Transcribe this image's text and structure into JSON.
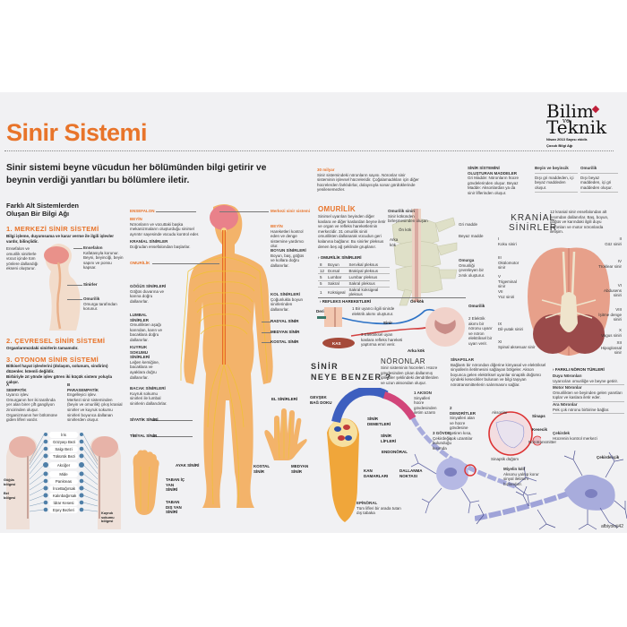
{
  "poster": {
    "title": "Sinir Sistemi",
    "intro_line1": "Sinir sistemi beyne vücudun her bölümünden bilgi getirir ve",
    "intro_line2": "beynin verdiği yanıtları bu bölümlere iletir.",
    "logo": {
      "line1": "Bilim",
      "ve": "ve",
      "line2": "Teknik",
      "sub1": "Nisan 2013 Sayısı ekidir.",
      "sub2": "Çocuk Bilgi Ağı"
    },
    "credit": "afbiyoloji42",
    "colors": {
      "accent": "#e8742a",
      "background": "#f1f1f3",
      "skin": "#f3b36a",
      "nerve": "#f1c232",
      "brain": "#e9918a",
      "neuron": "#8a8fcf"
    }
  },
  "left": {
    "heading_line1": "Farklı Alt Sistemlerden",
    "heading_line2": "Oluşan Bir Bilgi Ağı",
    "cns": {
      "title": "1. MERKEZİ SİNİR SİSTEMİ",
      "desc": "Bilgi işleme, duyumsama ve karar verme ile ilgili işlevler vardır, bilinçlidir.",
      "side_text": "Ensefalon ve omurilik sinirlerle vücut içinde tüm yönlere dallandığı ekseni oluşturur.",
      "labels": [
        {
          "title": "Ensefalon",
          "text": "Kafatasıyla korunur. Beyni, beyinciği, beyin sapını ve ponsu kapsar."
        },
        {
          "title": "Sinirler",
          "text": ""
        },
        {
          "title": "Omurilik",
          "text": "Omurga tarafından korunur."
        }
      ]
    },
    "pns": {
      "title": "2. ÇEVRESEL SİNİR SİSTEMİ",
      "desc": "Organlarımızdaki sinirlerin tamamıdır."
    },
    "ans": {
      "title": "3. OTONOM SİNİR SİSTEMİ",
      "desc1": "Bitkisel hayat işlevlerini (dolaşım, solunum, sindirim) düzenler. İstemli değildir.",
      "desc2": "Birbiriyle zıt yönde işlev gören iki küçük sistem yoluyla çalışır.",
      "a_letter": "A",
      "a_title": "SEMPATİK",
      "a_sub": "Uyarıcı işlev.",
      "a_text": "Omurganın her iki tarafında yer alan birer çift gangliyon zincirinden oluşur. Organizmanın her bölümüne giden lifleri vardır.",
      "b_letter": "B",
      "b_title": "PARASEMPATİK",
      "b_sub": "Engelleyici işlev.",
      "b_text": "Merkezi sinir sisteminden (beyin ve omurilik) çıkış kranial sinirler ve kuyruk sokumu sinirleri boyunca dallanan sinirlerden oluşur.",
      "organs": [
        "İris",
        "Gözyaşı Bezi",
        "Salgı Bezi",
        "Tükürük Bezi",
        "Akciğer",
        "Mide",
        "Pankreas",
        "İnceBağırsak",
        "Kalınbağırsak",
        "İdrar Kesesi",
        "Eşey Bezleri"
      ],
      "left_labels": [
        "Göğüs bölgesi",
        "Bel bölgesi"
      ],
      "right_label": "Kuyruk sokumu bölgesi"
    }
  },
  "body": {
    "left_labels": [
      {
        "title": "ENSEFALON",
        "text": "",
        "orange": true
      },
      {
        "title": "BEYİN",
        "text": "Nöronların ve vücuttaki başka mekanizmaların oluşturduğu sinirsel ayrıntır sayesinde vücudu kontrol eder.",
        "orange": true
      },
      {
        "title": "KRANİAL SİNİRLER",
        "text": "Doğrudan ensefalondan başlarlar.",
        "orange": false
      },
      {
        "title": "OMURİLİK",
        "text": "",
        "orange": true
      },
      {
        "title": "GÖĞÜS SİNİRLERİ",
        "text": "Göğüs duvarına ve karına doğru dallanırlar.",
        "orange": false
      },
      {
        "title": "LUMBAL SİNİRLER",
        "text": "Omurilikten aşağı karından, karın ve bacaklara doğru dallanırlar.",
        "orange": false
      },
      {
        "title": "KUYRUK SOKUMU SİNİRLERİ",
        "text": "Leğen kemiğine, bacaklara ve ayaklara doğru dallanırlar.",
        "orange": false
      },
      {
        "title": "BACAK SİNİRLERİ",
        "text": "Kuyruk sokumu sinirleri ile lumbal sinirlerin dallarıdırlar.",
        "orange": false
      },
      {
        "title": "SİYATİK SİNİRİ",
        "text": "",
        "orange": false
      },
      {
        "title": "TİBİYAL SİNİR",
        "text": "",
        "orange": false
      }
    ],
    "right_labels": [
      {
        "title": "Merkezi sinir sistemi",
        "text": "",
        "orange": true
      },
      {
        "title": "BEYİN",
        "text": "Hareketleri kontrol eden ve denge sistemine yardımcı olur.",
        "orange": true
      },
      {
        "title": "BOYUN SİNİRLERİ",
        "text": "Boyun, baş, göğüs ve kollara doğru dallanırlar.",
        "orange": false
      },
      {
        "title": "KOL SİNİRLERİ",
        "text": "Çoğunlukla boyun sinirlerinden dallanırlar.",
        "orange": false
      },
      {
        "title": "RADYAL SİNİR",
        "text": "",
        "orange": false
      },
      {
        "title": "MEDYAN SİNİR",
        "text": "",
        "orange": false
      },
      {
        "title": "KOSTAL SİNİR",
        "text": "",
        "orange": false
      }
    ],
    "el_sinirleri": "EL SİNİRLERİ",
    "hand_labels": [
      "KOSTAL SİNİR",
      "MEDYAN SİNİR"
    ],
    "foot_labels": {
      "asak": "AYAK SİNİRİ",
      "inner": "TABAN İÇ YAN SİNİRİ",
      "outer": "TABAN DIŞ YAN SİNİRİ"
    }
  },
  "spinal": {
    "milyar_title": "30 milyar",
    "milyar_text": "Sinir sistemindeki nöronların sayısı. Nöronlar sinir sisteminin işlevsel hücreleridir. Çoğalamadıkları için diğer hücrelerden farklıdırlar, dolayısıyla sonar gördüklerinde yenilenemezler.",
    "omurilik_title": "OMURİLİK",
    "omurilik_text": "Sinirsel uyarıları beyinden diğer kaslara ve diğer kaslardan beyne iletir ve organ ve refleks hareketlerinin merkezidir. 31 omurilik siniri omurilikten dallanarak vücudun geri kalanına bağlanır. Bu sinirler pleksus denen beş ağ şeklinde gruplanır.",
    "nerves_heading": "OMURİLİK SİNİRLERİ",
    "nerves_table": [
      [
        "8",
        "Boyun",
        "Servikal pleksus"
      ],
      [
        "12",
        "Dorsal",
        "Brakiyal pleksus"
      ],
      [
        "5",
        "Lumbar",
        "Lumbar pleksus"
      ],
      [
        "5",
        "Sakral",
        "Sakral pleksus"
      ],
      [
        "1",
        "Koksigeal",
        "Sakral koksigeal pleksus"
      ]
    ],
    "diagram_labels": {
      "sinir": "Omurilik siniri",
      "sinir_text": "Sinir kökünden birleşmesinden oluşan",
      "on_kok": "Ön kök",
      "arka_kok": "Arka kök",
      "gri": "Gri madde",
      "beyaz": "Beyaz madde",
      "omurga": "Omurga",
      "omurga_text": "Omuriliği çevreleyen bir zırsk oluşturur."
    },
    "reflex_heading": "REFLEKS HAREKETLERİ",
    "reflex": {
      "deri": "Deri",
      "step1": "1 Bir uyarıcı ilgili sinirde elektrik akımı oluşturur.",
      "sinir": "Sinir",
      "on_kok": "Ön kök",
      "kas": "KAS",
      "step3": "3 Elektriksel uyarı kaslara refleks hareketi yaptırma emri verir.",
      "arka_kok": "Arka kök",
      "omurilik": "Omurilik",
      "step2": "2 Elektrik akımı bir nöronu uyarır ve nöron elektriksel bir uyarı verir."
    }
  },
  "kranial": {
    "materials_title": "SİNİR SİSTEMİNİ OLUŞTURAN MADDELER",
    "materials_text": "Gri Madde: Nöronların hücre gövdelerinden oluşur. Beyaz Madde: Aksonlardan ya da sinir liflerinden oluşur.",
    "brain_box": {
      "title": "Beyin ve beyincik",
      "text": "Dışı gri maddeden, içi beyaz maddeden oluşur."
    },
    "spine_box": {
      "title": "Omurilik",
      "text": "Dışı beyaz maddeden, içi gri maddeden oluşur."
    },
    "title_line1": "KRANİAL",
    "title_line2": "SİNİRLER",
    "intro": "12 kranial sinir ensefalondan alt kısımdan dallanırlar. Baş, boyun, göğüs ve karındaki ilgili duyu nöronları ve motor nöronlarda iletişim.",
    "left_labels": [
      {
        "num": "I",
        "name": "Koku siniri"
      },
      {
        "num": "III",
        "name": "Okülomotor sinir"
      },
      {
        "num": "V",
        "name": "Trigeminal sinir"
      },
      {
        "num": "VII",
        "name": "Yüz siniri"
      },
      {
        "num": "IX",
        "name": "Dil-yutak siniri"
      },
      {
        "num": "XI",
        "name": "Spinal aksesuar sinir"
      }
    ],
    "right_labels": [
      {
        "num": "II",
        "name": "Göz siniri"
      },
      {
        "num": "IV",
        "name": "Troklear sinir"
      },
      {
        "num": "VI",
        "name": "Abdusens siniri"
      },
      {
        "num": "VIII",
        "name": "İşitme denge siniri"
      },
      {
        "num": "X",
        "name": "Vagus siniri"
      },
      {
        "num": "XII",
        "name": "Hipoglossal sinir"
      }
    ]
  },
  "neuron": {
    "neye_line1": "SİNİR",
    "neye_line2": "NEYE BENZER ?",
    "noronlar_title": "NÖRONLAR",
    "noronlar_text": "Sinir sisteminin hücreleri. Hücre gövdesinden çıkan dallanmış ipliksiler şeklindeki dendritlerden ve uzun aksondan oluşur.",
    "nerve_labels": [
      "GEVŞEK BAĞ DOKU",
      "SİNİR DEMETLERİ",
      "SİNİR LİFLERİ",
      "ENDONÖRAL",
      "KAN DAMARLARI",
      "DALLANMA NOKTASI"
    ],
    "epinoral_title": "EPİNÖRAL",
    "epinoral_text": "Tüm lifleri bir arada tutan dış tabaka",
    "parts": [
      {
        "title": "1 AKSON",
        "text": "Sinyalleri hücre gövdesinden iletim uzantı"
      },
      {
        "title": "2 DENDRİTLER",
        "text": "Sinyalleri alan ve hücre gövdesine getiren kısa, çok uzantılar"
      },
      {
        "title": "3 GÖVDE",
        "text": "Çekirdeğin bulunduğu kısımda"
      }
    ],
    "sinapslar_title": "SİNAPSLAR",
    "sinapslar_text": "Bağlantı bir nörondan diğerine kimyasal ve elektriksel sinyallerin iletilmesini sağlayan bölgeler. Akson boyunca gelen elektriksel uyarılar sinaptik düğümü içindeki kesecikler bulunan ve bilgi taşıyan nörotransmitterlerin salınmasını sağlar.",
    "synapse_labels": {
      "aksonlar": "Aksonlar",
      "sinaps": "Sinaps",
      "kesecik": "Kesecik",
      "norotransmitter": "Nörotransmitter",
      "dugum": "Sinaptik düğüm"
    },
    "types_heading": "FARKLI NÖRON TÜRLERİ",
    "types": [
      {
        "title": "Duyu Nöronları",
        "text": "Uyarıcıları omuriliğe ve beyne getirir."
      },
      {
        "title": "Motor Nöronlar",
        "text": "Omurilikten ve beyinden gelen yanıtları toplar ve kaslara iletir eder."
      },
      {
        "title": "Ara Nöronlar",
        "text": "Pek çok nöronu birbirine bağlar."
      }
    ],
    "cekirdek_title": "Çekirdek",
    "cekirdek_text": "Hücrenin kontrol merkezi",
    "cekirdekcik": "Çekirdekçik",
    "miyelin_title": "Miyelin kılıf",
    "miyelin_text": "Aksonu yalıtıp korur sinyal iletimini hızlandırır."
  }
}
